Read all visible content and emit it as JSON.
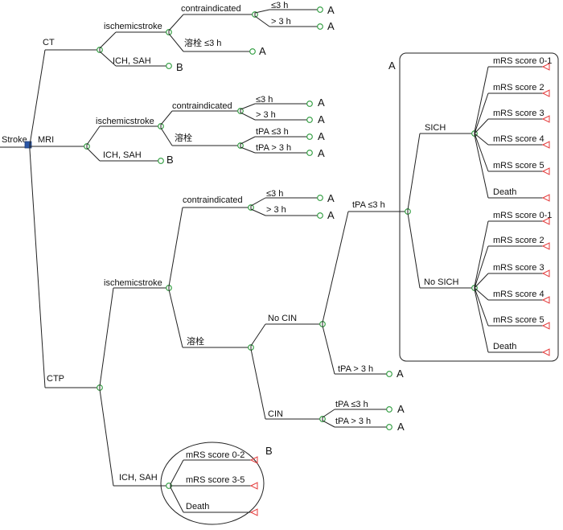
{
  "root": {
    "label": "Stroke",
    "ct": {
      "label": "CT",
      "ischemic": "ischemicstroke",
      "contraindicated": "contraindicated",
      "le3h": "≤3 h",
      "gt3h": "> 3 h",
      "thrombolysis": "溶栓 ≤3 h",
      "ich": "ICH, SAH",
      "a": "A",
      "b": "B"
    },
    "mri": {
      "label": "MRI",
      "ischemic": "ischemicstroke",
      "contraindicated": "contraindicated",
      "le3h": "≤3 h",
      "gt3h": "> 3 h",
      "thrombolysis": "溶栓",
      "tpa_le3h": "tPA ≤3 h",
      "tpa_gt3h": "tPA > 3 h",
      "ich": "ICH, SAH",
      "a": "A",
      "b": "B"
    },
    "ctp": {
      "label": "CTP",
      "ischemic": "ischemicstroke",
      "contraindicated": "contraindicated",
      "le3h": "≤3 h",
      "gt3h": "> 3 h",
      "thrombolysis": "溶栓",
      "no_cin": "No CIN",
      "cin": "CIN",
      "tpa_le3h": "tPA ≤3 h",
      "tpa_gt3h": "tPA > 3 h",
      "ich": "ICH, SAH",
      "a": "A"
    }
  },
  "subtree_a": {
    "tag": "A",
    "sich": "SICH",
    "no_sich": "No SICH",
    "outcomes": [
      "mRS score 0-1",
      "mRS score 2",
      "mRS score 3",
      "mRS score 4",
      "mRS score 5",
      "Death"
    ]
  },
  "subtree_b": {
    "tag": "B",
    "outcomes": [
      "mRS score 0-2",
      "mRS score 3-5",
      "Death"
    ]
  },
  "colors": {
    "decision_node": "#2a56a6",
    "chance_node": "#2a9a3a",
    "terminal_node": "#e43a3a",
    "line": "#222222"
  }
}
